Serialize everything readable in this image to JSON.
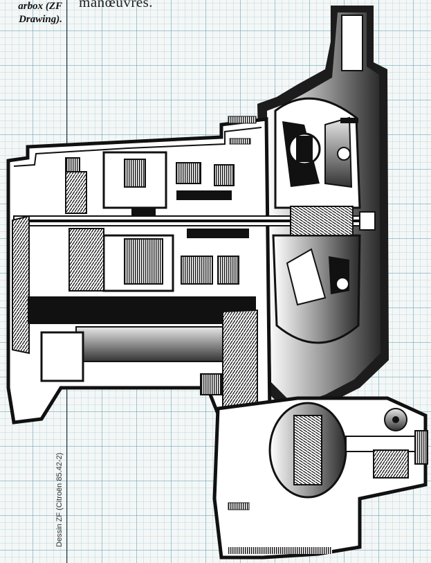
{
  "caption": {
    "line1": "arbox (ZF",
    "line2": "Drawing)."
  },
  "body_text": "manœuvres.",
  "credit": "Dessin ZF (Citroën 85.42-2)"
}
